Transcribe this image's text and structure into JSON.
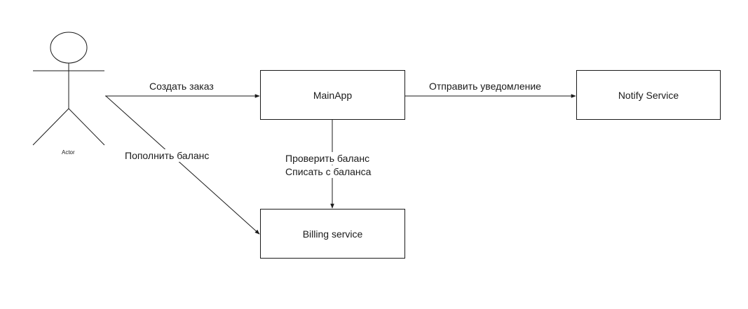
{
  "actor": {
    "label": "Actor"
  },
  "nodes": {
    "mainapp": "MainApp",
    "notify": "Notify Service",
    "billing": "Billing service"
  },
  "edges": {
    "create_order": "Создать заказ",
    "send_notification": "Отправить уведомление",
    "top_up_balance": "Пополнить баланс",
    "check_balance": "Проверить баланс",
    "debit_balance": "Списать с баланса"
  },
  "colors": {
    "stroke": "#1a1a1a",
    "background": "#ffffff"
  }
}
